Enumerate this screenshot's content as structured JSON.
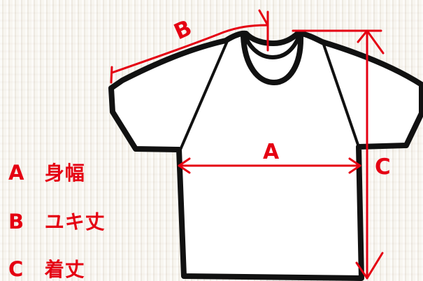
{
  "diagram": {
    "labels": {
      "a": "A",
      "b": "B",
      "c": "C"
    },
    "legend": [
      {
        "key": "A",
        "text": "身幅"
      },
      {
        "key": "B",
        "text": "ユキ丈"
      },
      {
        "key": "C",
        "text": "着丈"
      }
    ],
    "colors": {
      "line": "#e50012",
      "outline": "#111111",
      "shirt_fill": "#ffffff"
    }
  }
}
